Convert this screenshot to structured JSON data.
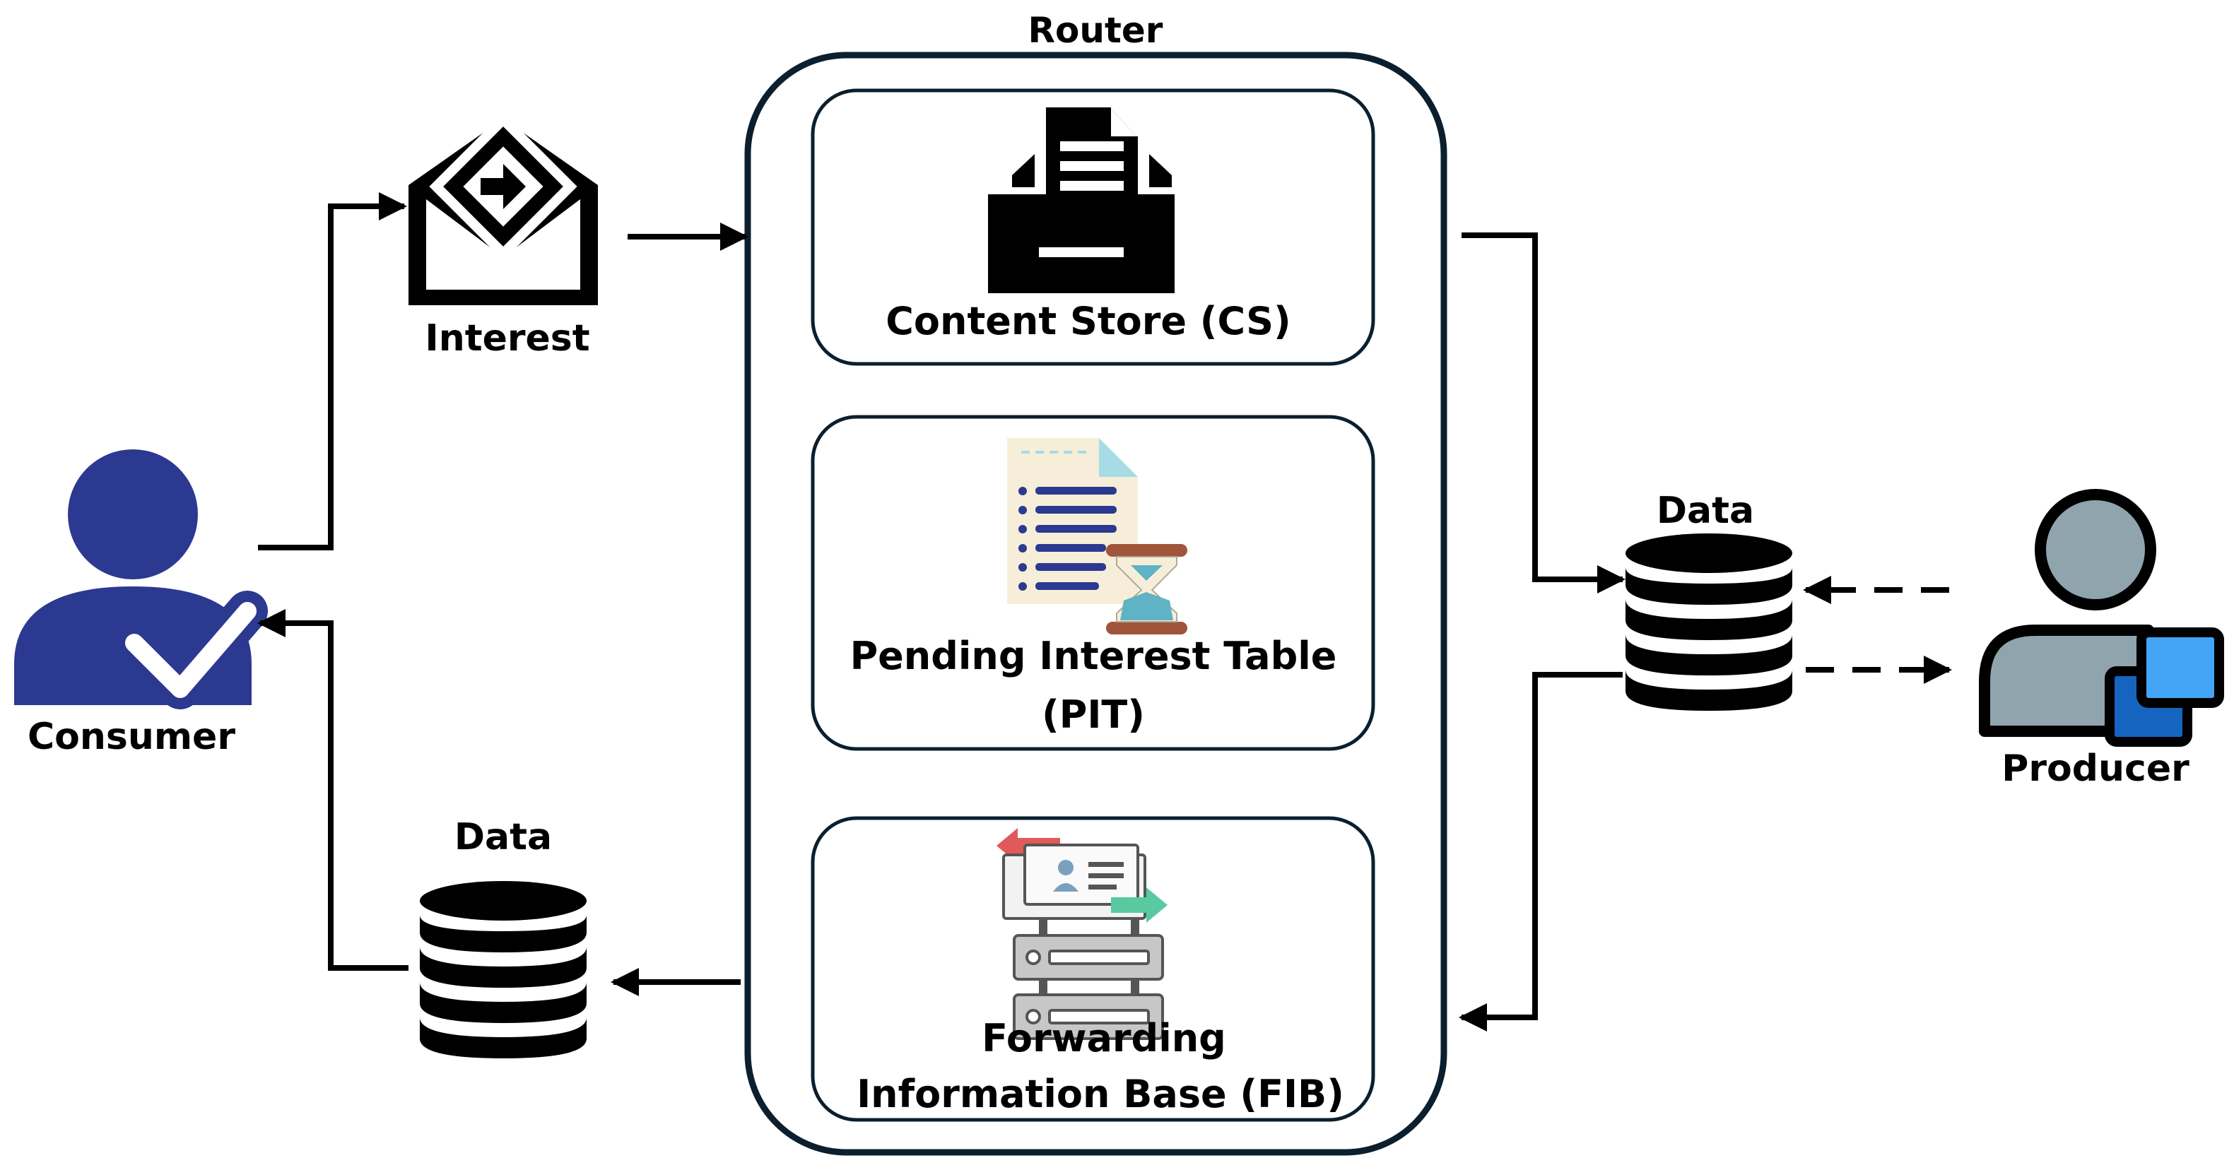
{
  "router": {
    "title": "Router"
  },
  "consumer": {
    "label": "Consumer",
    "icon": "user-check-icon",
    "color": "#2b3990"
  },
  "producer": {
    "label": "Producer",
    "icon": "user-copy-icon",
    "body_color": "#90a4ae",
    "accent_color": "#1e88e5"
  },
  "interest": {
    "label": "Interest",
    "icon": "envelope-arrow-icon"
  },
  "data_left": {
    "label": "Data",
    "icon": "database-icon"
  },
  "data_right": {
    "label": "Data",
    "icon": "database-icon"
  },
  "content_store": {
    "label": "Content Store (CS)",
    "icon": "inbox-tray-icon"
  },
  "pit": {
    "label_line1": "Pending Interest Table",
    "label_line2": "(PIT)",
    "icon": "document-hourglass-icon"
  },
  "fib": {
    "label_line1": "Forwarding",
    "label_line2": "Information Base (FIB)",
    "icon": "server-arrows-icon"
  }
}
